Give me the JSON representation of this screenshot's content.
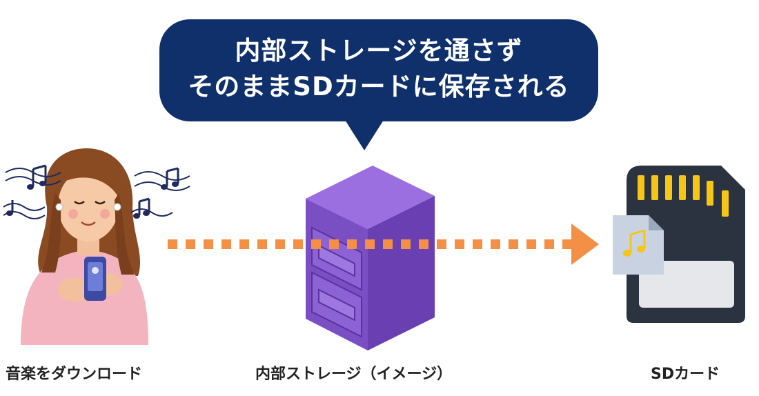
{
  "bubble": {
    "line1": "内部ストレージを通さず",
    "line2": "そのままSDカードに保存される"
  },
  "captions": {
    "music": "音楽をダウンロード",
    "storage": "内部ストレージ（イメージ）",
    "sd": "SDカード"
  },
  "colors": {
    "bubble": "#10306b",
    "arrow": "#f49046",
    "cabinet": "#7b4fc4",
    "sd_card": "#2b3240",
    "sd_contacts": "#f5c518"
  },
  "icons": [
    "music-note-icon",
    "smartphone-icon",
    "earbud-icon"
  ]
}
